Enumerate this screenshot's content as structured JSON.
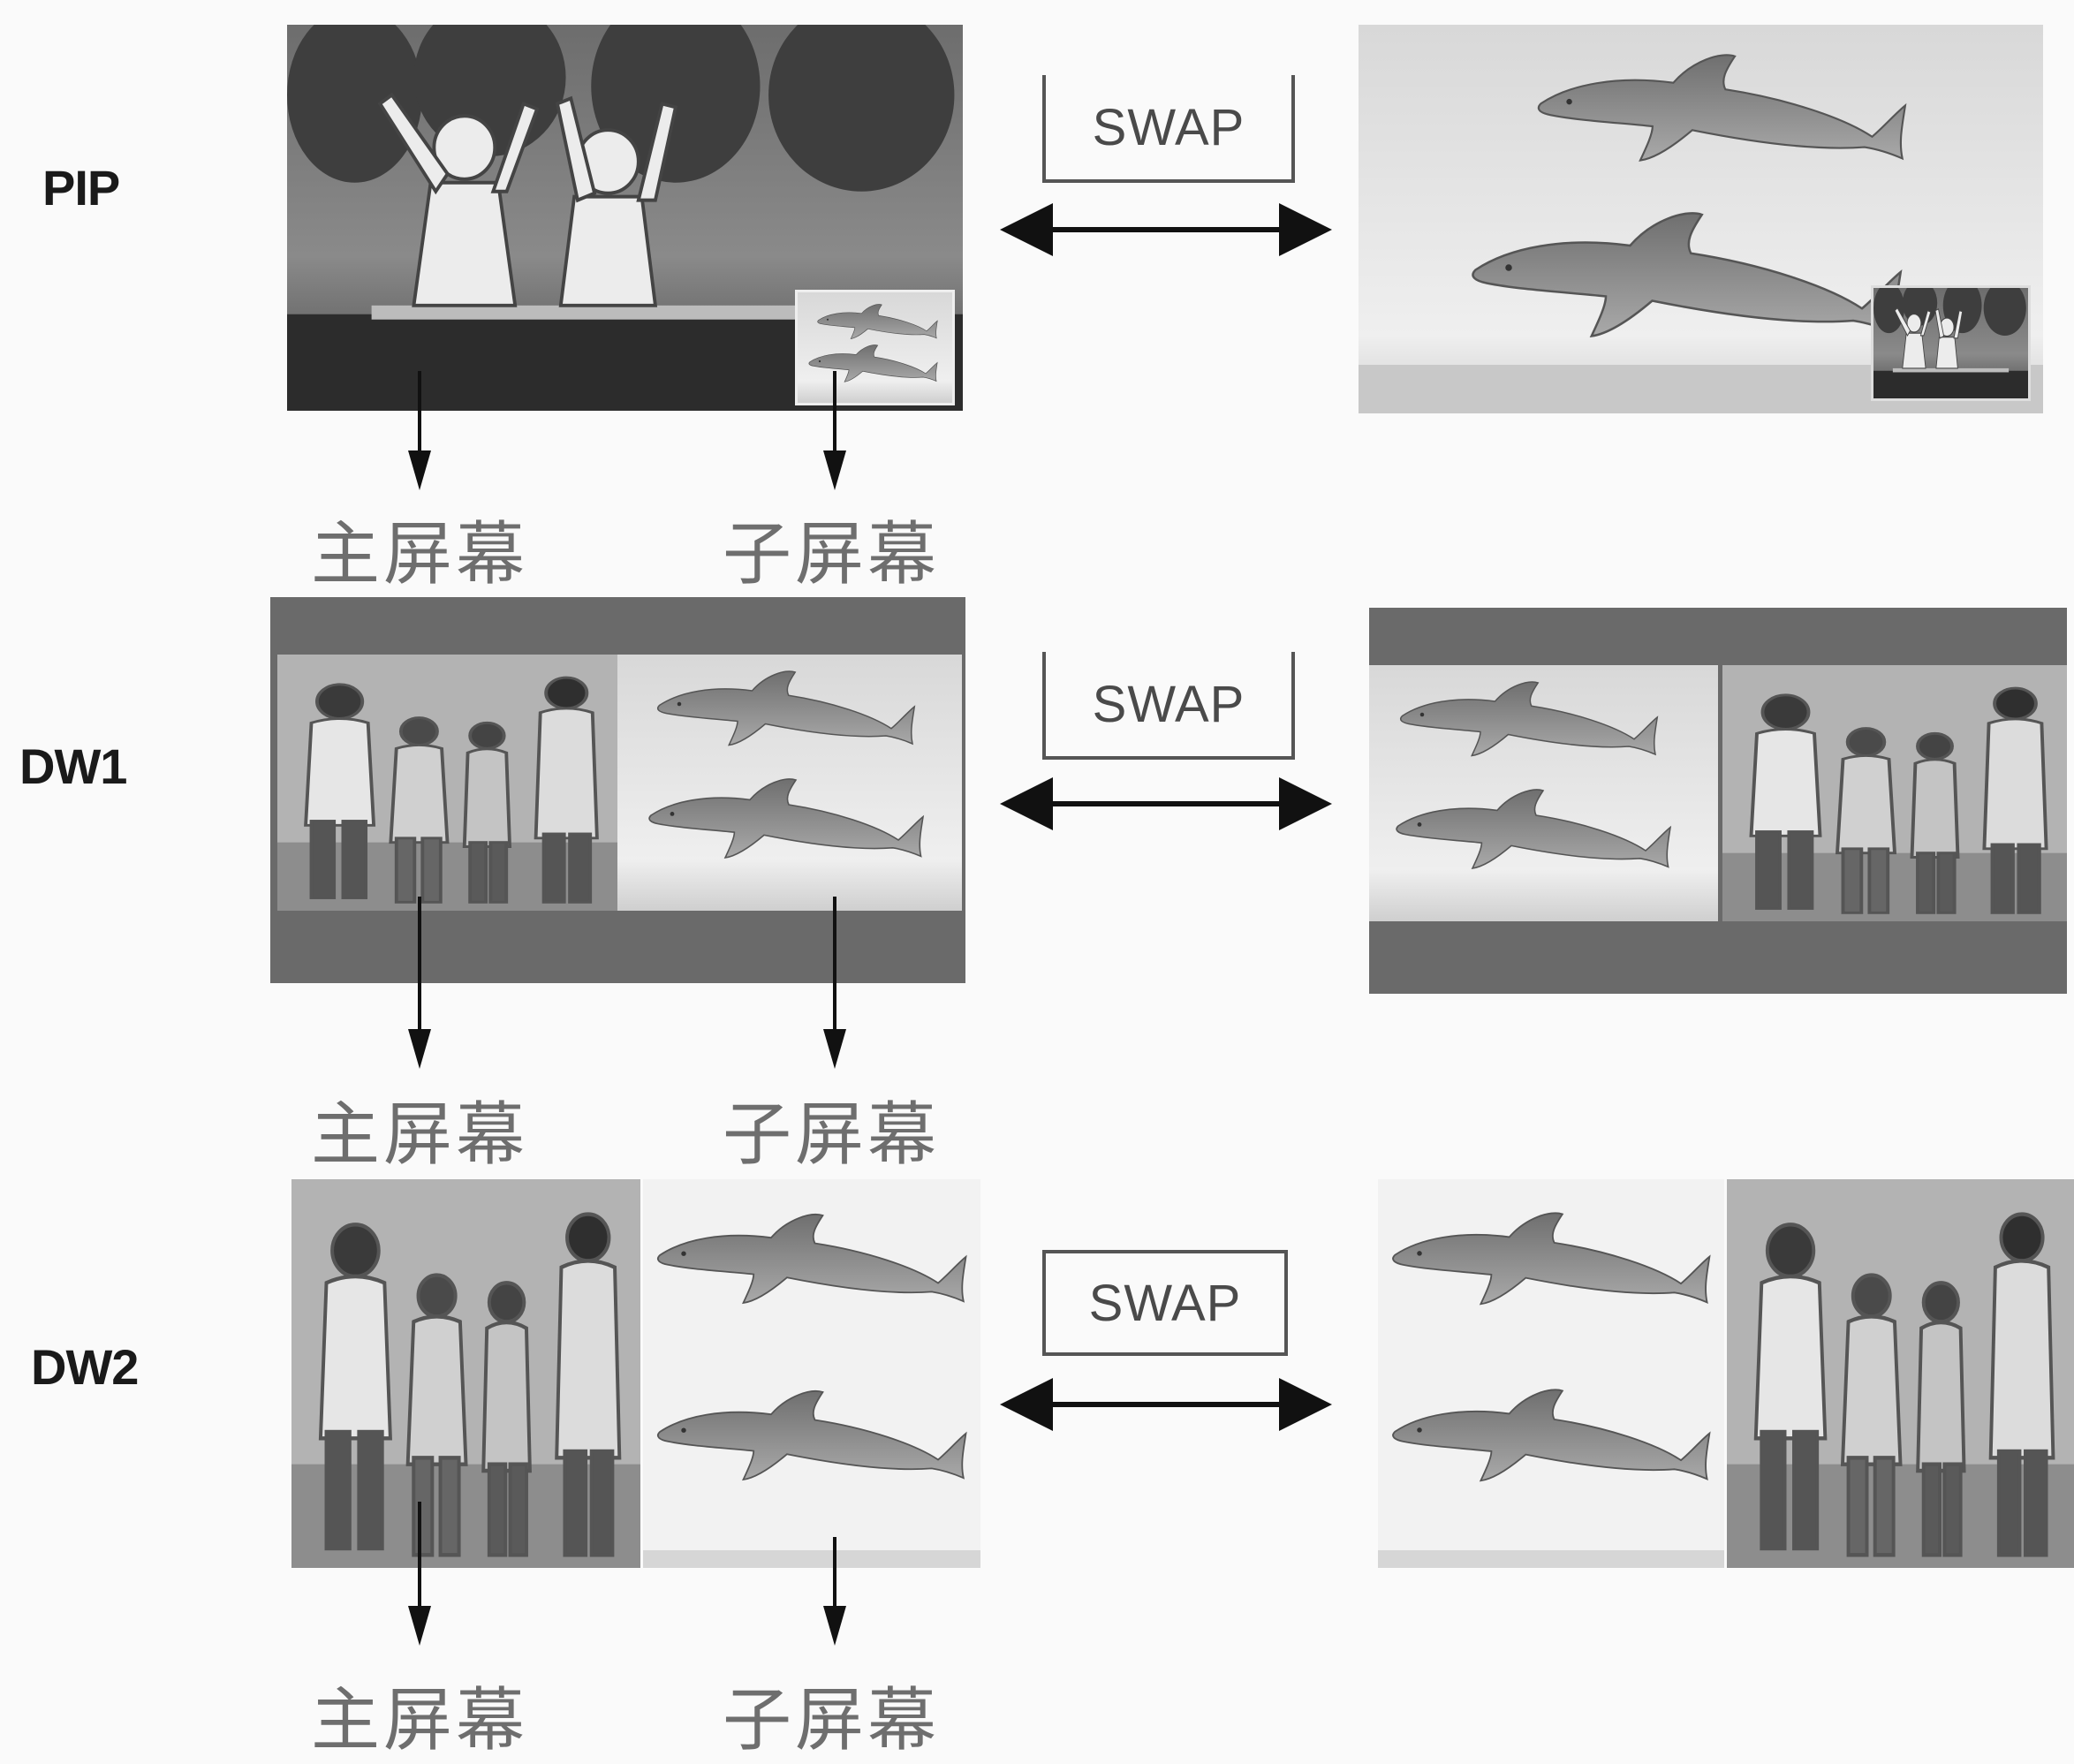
{
  "rows": [
    {
      "mode": "PIP",
      "swap_label": "SWAP",
      "main_caption": "主屏幕",
      "sub_caption": "子屏幕"
    },
    {
      "mode": "DW1",
      "swap_label": "SWAP",
      "main_caption": "主屏幕",
      "sub_caption": "子屏幕"
    },
    {
      "mode": "DW2",
      "swap_label": "SWAP",
      "main_caption": "主屏幕",
      "sub_caption": "子屏幕"
    }
  ],
  "colors": {
    "bar": "#6a6a6a",
    "sky": "#e2e2e2",
    "dolphin": "#8c8c8c",
    "people_bg": "#a8a8a8",
    "arrow": "#111111"
  },
  "icons": [
    "dolphin-picture",
    "people-picture",
    "double-arrow",
    "down-arrow"
  ]
}
